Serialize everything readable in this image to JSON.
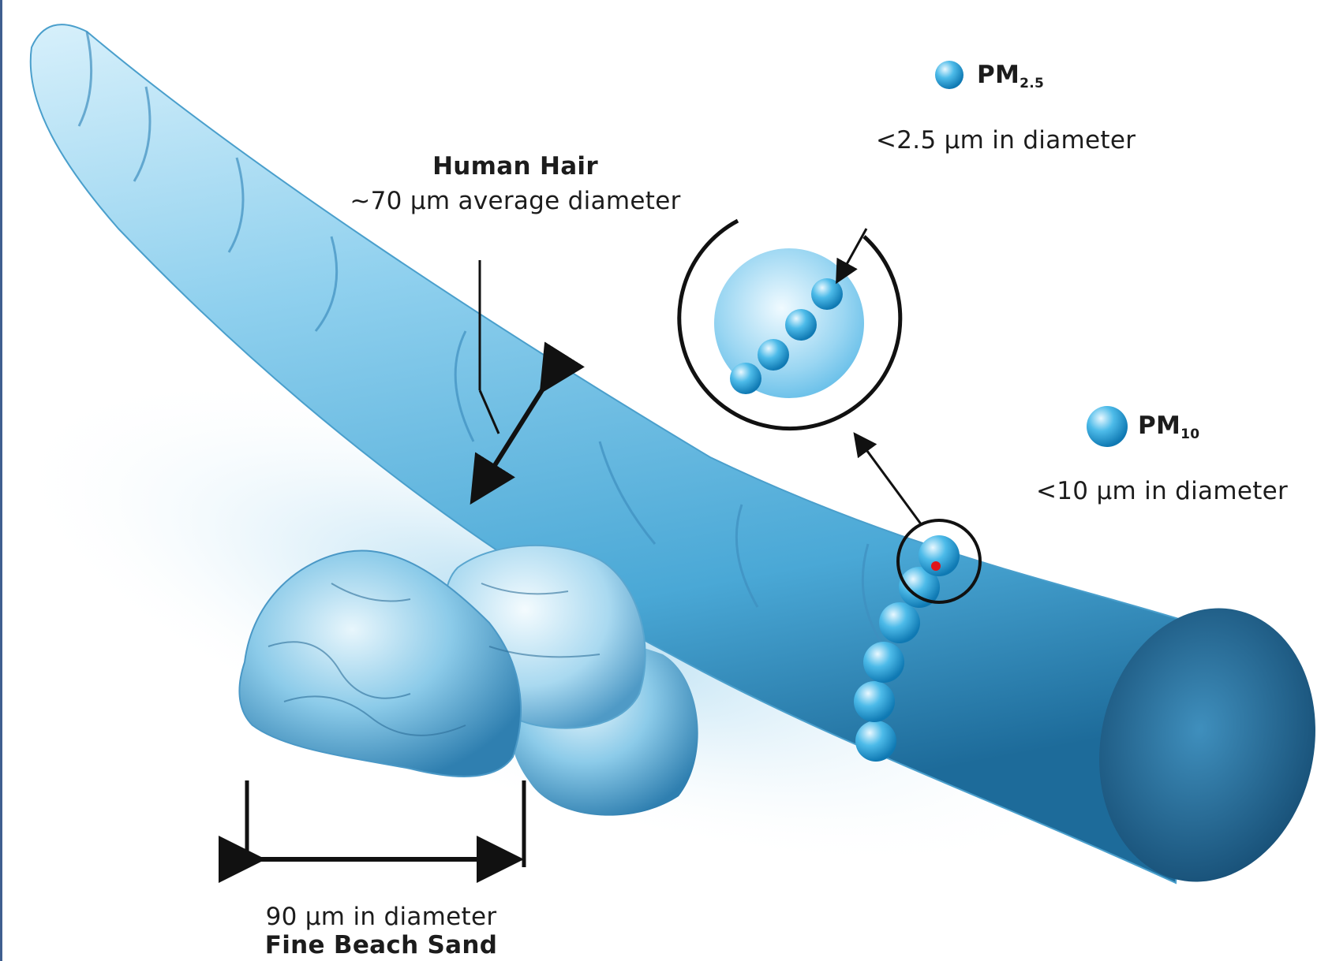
{
  "figure": {
    "hair": {
      "title": "Human Hair",
      "size": "~70 µm average diameter"
    },
    "pm25": {
      "name_main": "PM",
      "name_sub": "2.5",
      "size": "<2.5 µm in diameter"
    },
    "pm10": {
      "name_main": "PM",
      "name_sub": "10",
      "size": "<10 µm in diameter"
    },
    "sand": {
      "size": "90 µm in diameter",
      "title": "Fine Beach Sand"
    }
  },
  "colors": {
    "hair_light": "#bfe6f6",
    "hair_mid": "#66bde4",
    "hair_dark": "#1f6f9f",
    "particle": "#1da1dd",
    "accent_dot": "#e0151b",
    "text": "#1c1c1c"
  }
}
